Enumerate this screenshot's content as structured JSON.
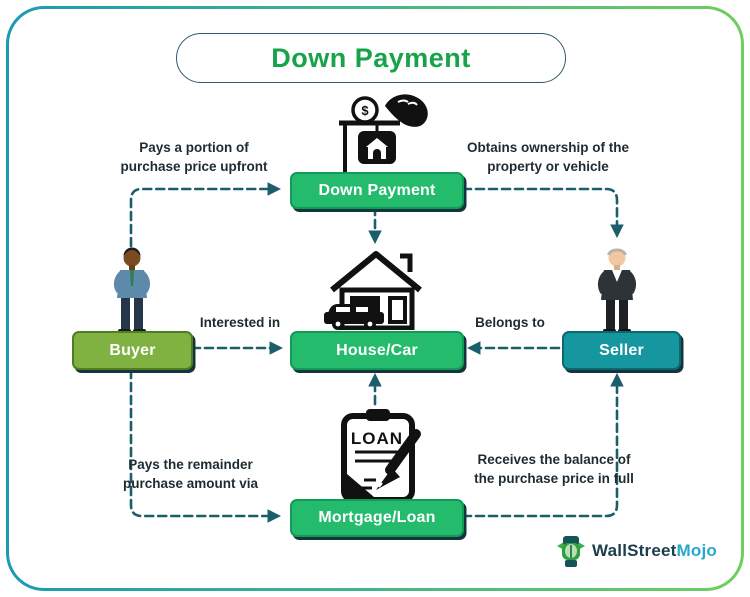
{
  "title": {
    "text": "Down Payment",
    "color": "#17a34a"
  },
  "nodes": {
    "down_payment": {
      "label": "Down Payment",
      "fill": "#25bb6d"
    },
    "buyer": {
      "label": "Buyer",
      "fill": "#7fb241"
    },
    "house_car": {
      "label": "House/Car",
      "fill": "#25bb6d"
    },
    "seller": {
      "label": "Seller",
      "fill": "#16969e"
    },
    "mortgage_loan": {
      "label": "Mortgage/Loan",
      "fill": "#25bb6d"
    }
  },
  "edge_labels": {
    "pays_portion": {
      "line1": "Pays a portion of",
      "line2": "purchase price upfront"
    },
    "obtains_ownership": {
      "line1": "Obtains ownership of the",
      "line2": "property or vehicle"
    },
    "interested_in": "Interested in",
    "belongs_to": "Belongs to",
    "pays_remainder": {
      "line1": "Pays the remainder",
      "line2": "purchase amount via"
    },
    "receives_balance": {
      "line1": "Receives the balance of",
      "line2": "the purchase price in full"
    }
  },
  "icons": {
    "loan_text": "LOAN",
    "dollar": "$"
  },
  "logo": {
    "brand_dark": "WallStreet",
    "brand_light": "Mojo"
  },
  "colors": {
    "connector": "#1b5e6b",
    "frame_left": "#1b9ab5",
    "frame_right": "#6fce5e",
    "label_text": "#1e2b33",
    "shadow": "#16343c"
  }
}
